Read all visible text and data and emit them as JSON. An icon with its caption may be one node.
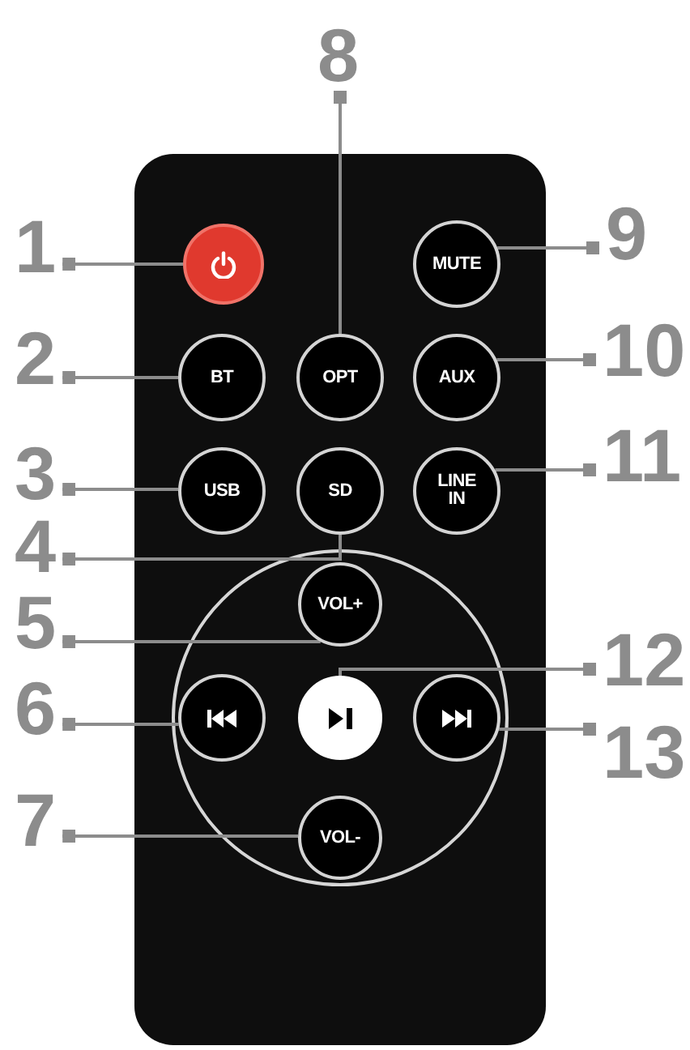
{
  "diagram": {
    "nodes": [
      {
        "text": [
          "8"
        ]
      },
      {
        "text": [
          "1"
        ]
      },
      {
        "text": [],
        "shape": "circle"
      },
      {
        "text": [
          "MUTE"
        ]
      },
      {
        "text": [
          "9"
        ]
      },
      {
        "text": [
          "2"
        ]
      },
      {
        "text": [
          "BT"
        ]
      },
      {
        "text": [
          "OPT"
        ]
      },
      {
        "text": [
          "AUX"
        ]
      },
      {
        "text": [
          "10"
        ]
      },
      {
        "text": [
          "3"
        ]
      },
      {
        "text": [
          "USB"
        ]
      },
      {
        "text": [
          "SD"
        ]
      },
      {
        "text": [
          "LINE IN"
        ]
      },
      {
        "text": [
          "11"
        ]
      },
      {
        "text": [
          "4"
        ]
      },
      {
        "text": [
          "VOL+"
        ]
      },
      {
        "text": [
          "5"
        ]
      },
      {
        "text": [
          "12"
        ]
      },
      {
        "text": [
          "6"
        ]
      },
      {
        "text": [],
        "shape": "circle"
      },
      {
        "text": [],
        "shape": "circle"
      },
      {
        "text": [],
        "shape": "circle"
      },
      {
        "text": [
          "13"
        ]
      },
      {
        "text": [
          "7"
        ]
      },
      {
        "text": [
          "VOL-"
        ]
      }
    ],
    "edges": [
      {
        "from": 1,
        "to": 2,
        "arrow": "other"
      },
      {
        "from": 5,
        "to": 6,
        "arrow": "other"
      },
      {
        "from": 10,
        "to": 11,
        "arrow": "other"
      },
      {
        "from": 15,
        "to": 12,
        "arrow": "other"
      },
      {
        "from": 17,
        "to": 16,
        "arrow": "other"
      },
      {
        "from": 19,
        "to": 20,
        "arrow": "other"
      },
      {
        "from": 24,
        "to": 25,
        "arrow": "other"
      },
      {
        "from": 0,
        "to": 7,
        "arrow": "other"
      },
      {
        "from": 4,
        "to": 3,
        "arrow": "other"
      },
      {
        "from": 9,
        "to": 8,
        "arrow": "other"
      },
      {
        "from": 14,
        "to": 13,
        "arrow": "other"
      },
      {
        "from": 18,
        "to": 21,
        "arrow": "other"
      },
      {
        "from": 23,
        "to": 22,
        "arrow": "other"
      }
    ]
  }
}
